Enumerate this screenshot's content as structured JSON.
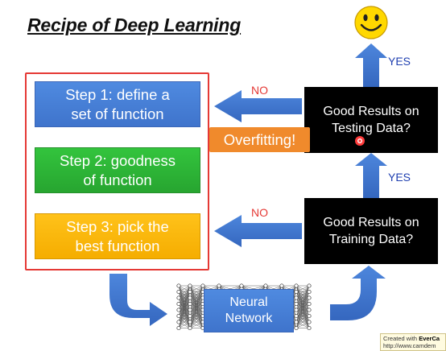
{
  "title": "Recipe of Deep Learning",
  "steps": {
    "step1": "Step 1: define a\nset of function",
    "step2": "Step 2: goodness\nof function",
    "step3": "Step 3: pick the\nbest function"
  },
  "decisions": {
    "testing": "Good Results on\nTesting Data?",
    "training": "Good Results on\nTraining Data?"
  },
  "labels": {
    "no_top": "NO",
    "no_bottom": "NO",
    "yes_top": "YES",
    "yes_middle": "YES",
    "overfitting": "Overfitting!"
  },
  "network": "Neural\nNetwork",
  "watermark": {
    "prefix": "Created with",
    "brand": "EverCa",
    "url": "http://www.camdem"
  },
  "icons": [
    "smiley-icon",
    "cursor-dot-icon",
    "neural-network-icon"
  ],
  "colors": {
    "step1": "#4472c4",
    "step2": "#2eb835",
    "step3": "#ffb900",
    "frame": "#e53935",
    "overfitting": "#f08a2c",
    "arrow": "#3f74cc",
    "no_label": "#e53935",
    "yes_label": "#1f3fb0"
  }
}
